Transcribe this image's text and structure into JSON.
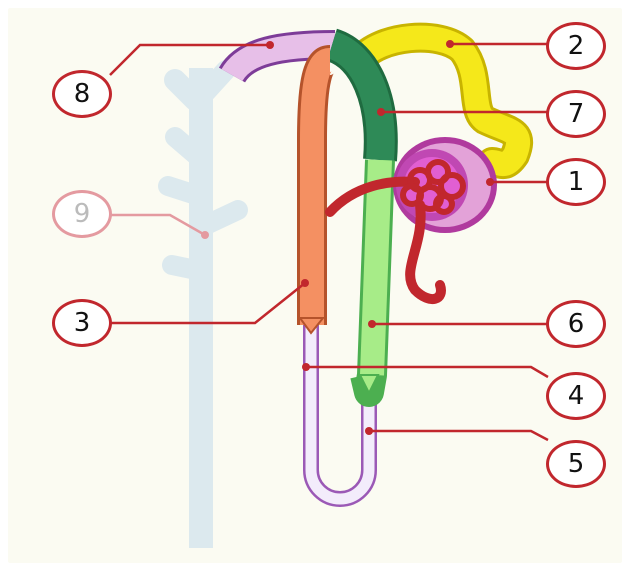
{
  "callouts": [
    {
      "id": "1",
      "text": "1"
    },
    {
      "id": "2",
      "text": "2"
    },
    {
      "id": "3",
      "text": "3"
    },
    {
      "id": "4",
      "text": "4"
    },
    {
      "id": "5",
      "text": "5"
    },
    {
      "id": "6",
      "text": "6"
    },
    {
      "id": "7",
      "text": "7"
    },
    {
      "id": "8",
      "text": "8"
    },
    {
      "id": "9",
      "text": "9"
    }
  ],
  "colors": {
    "background": "#fbfbf2",
    "leader_line": "#c1272d",
    "collecting_duct": "#dce9ee",
    "proximal_tubule": "#f49062",
    "distal_tubule_light": "#a7ec88",
    "distal_tubule_dark": "#2e8a57",
    "connecting_tubule": "#e7bfe8",
    "efferent_segment": "#f5e81a",
    "thin_loop": "#f3ecfb",
    "capsule": "#c048b3",
    "glomerulus": "#e4283a"
  }
}
